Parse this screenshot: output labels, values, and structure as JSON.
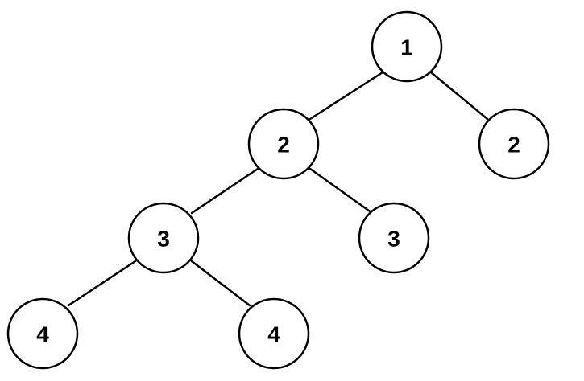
{
  "diagram": {
    "type": "binary-tree",
    "nodes": [
      {
        "id": "n1",
        "label": "1"
      },
      {
        "id": "n2",
        "label": "2"
      },
      {
        "id": "n3",
        "label": "2"
      },
      {
        "id": "n4",
        "label": "3"
      },
      {
        "id": "n5",
        "label": "3"
      },
      {
        "id": "n6",
        "label": "4"
      },
      {
        "id": "n7",
        "label": "4"
      }
    ],
    "edges": [
      {
        "from": "n1",
        "to": "n2"
      },
      {
        "from": "n1",
        "to": "n3"
      },
      {
        "from": "n2",
        "to": "n4"
      },
      {
        "from": "n2",
        "to": "n5"
      },
      {
        "from": "n4",
        "to": "n6"
      },
      {
        "from": "n4",
        "to": "n7"
      }
    ],
    "colors": {
      "stroke": "#000000",
      "fill": "#ffffff",
      "text": "#000000"
    }
  }
}
